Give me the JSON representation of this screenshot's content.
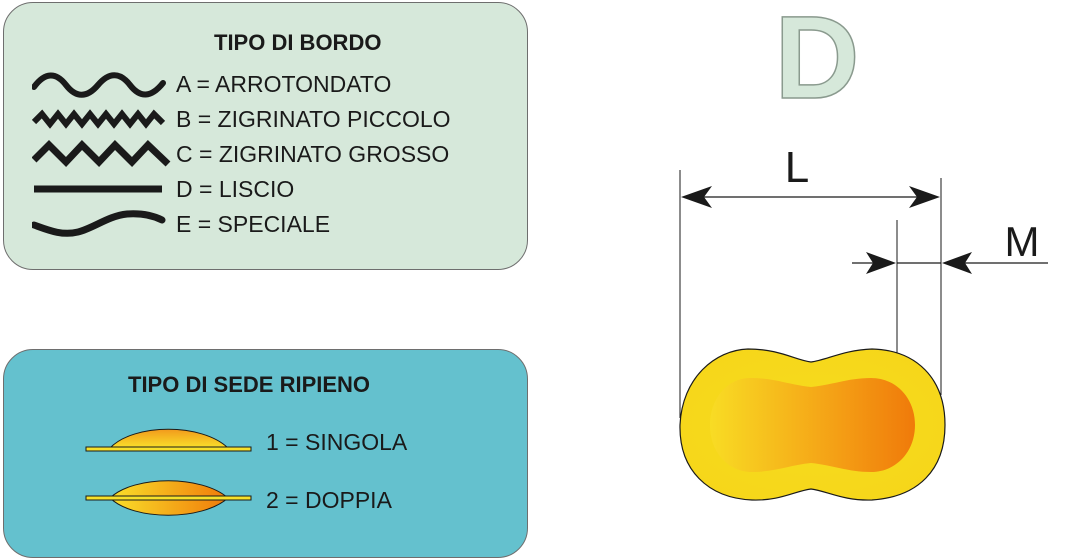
{
  "bordo": {
    "title": "TIPO DI BORDO",
    "items": [
      {
        "label": "A = ARROTONDATO"
      },
      {
        "label": "B = ZIGRINATO PICCOLO"
      },
      {
        "label": "C = ZIGRINATO GROSSO"
      },
      {
        "label": "D = LISCIO"
      },
      {
        "label": "E = SPECIALE"
      }
    ]
  },
  "sede": {
    "title": "TIPO DI SEDE RIPIENO",
    "items": [
      {
        "label": "1 = SINGOLA"
      },
      {
        "label": "2 = DOPPIA"
      }
    ]
  },
  "shape": {
    "letter": "D",
    "dimension_l": "L",
    "dimension_m": "M"
  },
  "colors": {
    "bordo_panel": "#d6e8da",
    "sede_panel": "#64c1ce",
    "letter_fill": "#d6e8da",
    "pasta_outer": "#f7dc1e",
    "filling_orange": "#f07a0a"
  }
}
